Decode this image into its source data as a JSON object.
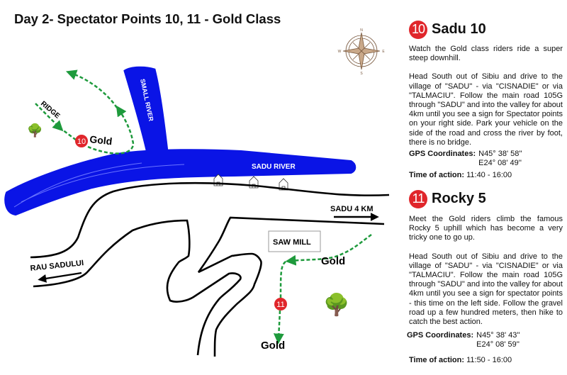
{
  "title": "Day 2- Spectator Points 10, 11 - Gold Class",
  "map": {
    "labels": {
      "small_river": "SMALL RIVER",
      "sadu_river": "SADU RIVER",
      "ridge": "RIDGE",
      "sadu_4km": "SADU 4 KM",
      "saw_mill": "SAW MILL",
      "rau_sadului": "RAU SADULUI",
      "gold_10": "Gold",
      "gold_11_upper": "Gold",
      "gold_11_lower": "Gold"
    },
    "markers": {
      "p10": "10",
      "p11": "11"
    },
    "compass": {
      "n": "N",
      "s": "S",
      "e": "E",
      "w": "W"
    },
    "colors": {
      "river": "#0a14e6",
      "route": "#1e9a3c",
      "marker": "#e0262b",
      "road": "#000000"
    }
  },
  "points": [
    {
      "number": "10",
      "name": "Sadu 10",
      "intro": "Watch the Gold class riders ride a super steep downhill.",
      "directions": "Head South out of Sibiu and drive to the village of \"SADU\" - via \"CISNADIE\" or via \"TALMACIU\". Follow the main road 105G through \"SADU\" and into the valley for about 4km until you see a sign for Spectator points on your right side. Park your vehicle on the side of the road and cross the river by foot, there is no bridge.",
      "gps_label": "GPS Coordinates:",
      "gps_n": "N45° 38' 58''",
      "gps_e": "E24° 08' 49''",
      "time_label": "Time of action:",
      "time": "11:40 - 16:00"
    },
    {
      "number": "11",
      "name": "Rocky 5",
      "intro": "Meet the Gold riders climb the famous Rocky 5 uphill which has become a very tricky one to go up.",
      "directions": "Head South out of Sibiu and drive to the village of \"SADU\" - via \"CISNADIE\" or via \"TALMACIU\". Follow the main road 105G through \"SADU\" and into the valley for about 4km until you see a sign for spectator points - this time on the left side. Follow the gravel road up a few hundred meters, then hike to catch the best action.",
      "gps_label": "GPS Coordinates:",
      "gps_n": "N45° 38' 43''",
      "gps_e": "E24° 08' 59''",
      "time_label": "Time of action:",
      "time": "11:50 - 16:00"
    }
  ]
}
